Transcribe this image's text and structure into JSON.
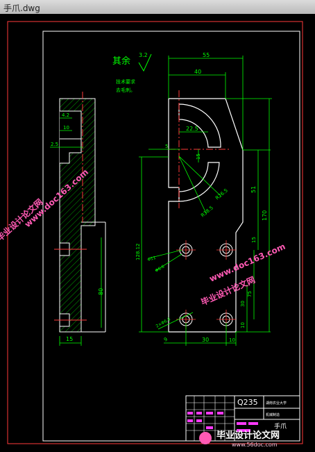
{
  "window": {
    "title": "手爪.dwg"
  },
  "drawing": {
    "roughness_label": "其余",
    "roughness_value": "3.2",
    "notes": [
      "技术要求",
      "去毛刺。"
    ],
    "dims": {
      "top_55": "55",
      "top_40": "40",
      "d_22_5": "22.5",
      "d_5": "5",
      "d_15a": "15",
      "r26": "R26.5",
      "r38": "R38.5",
      "d_51": "51",
      "d_170": "170",
      "d_15b": "15",
      "d_75": "75",
      "d_30v": "30",
      "d_10v": "10",
      "d_128": "128.12",
      "phi11": "Φ11",
      "phi6": "Φ6.6",
      "phi_small": "2×Φ6.6",
      "d_30h": "30",
      "d_10h": "10",
      "d_9": "9",
      "left_4_2": "4.2",
      "left_10": "10",
      "left_2_5": "2.5",
      "left_80": "80",
      "left_15": "15"
    },
    "title_block": {
      "material": "Q235",
      "part_name": "手爪",
      "school": "湖南农业大学",
      "school2": "机械制造"
    }
  },
  "watermarks": {
    "site": "www.doc163.com",
    "cn": "毕业设计论文网",
    "brand": "毕业设计论文网",
    "brand_url": "www.56doc.com"
  }
}
